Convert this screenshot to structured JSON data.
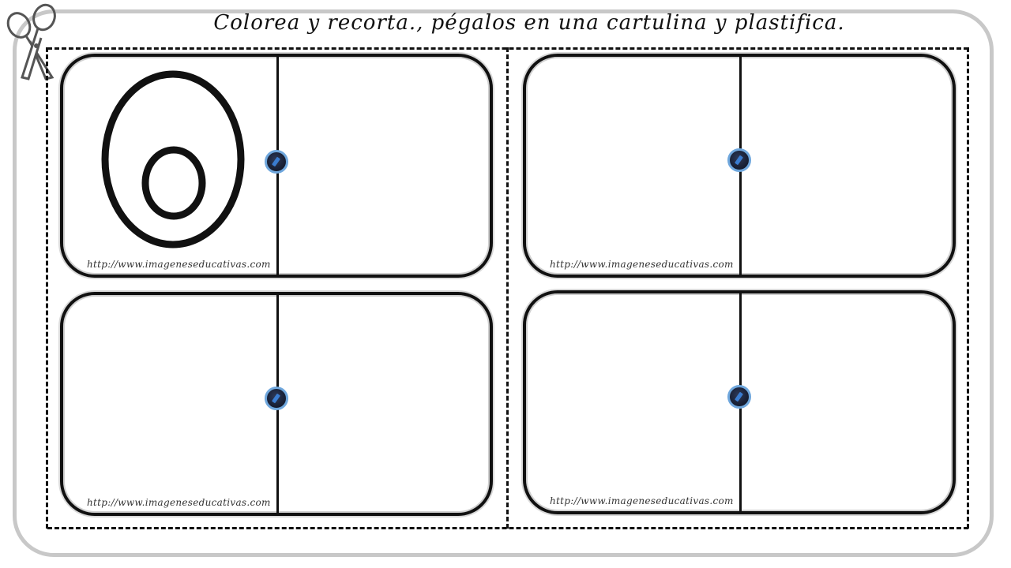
{
  "worksheet": {
    "title": "Colorea y recorta., pégalos en una cartulina y plastifica.",
    "cards": [
      {
        "letter": "o",
        "url": "http://www.imageneseducativas.com"
      },
      {
        "letter": "",
        "url": "http://www.imageneseducativas.com"
      },
      {
        "letter": "",
        "url": "http://www.imageneseducativas.com"
      },
      {
        "letter": "",
        "url": "http://www.imageneseducativas.com"
      }
    ]
  },
  "icons": {
    "scissors": "scissors-icon",
    "seal": "imageneseducativas-seal-icon"
  },
  "colors": {
    "frame": "#c8c8c8",
    "ink": "#111111",
    "seal_ring": "#6fa7dd"
  }
}
